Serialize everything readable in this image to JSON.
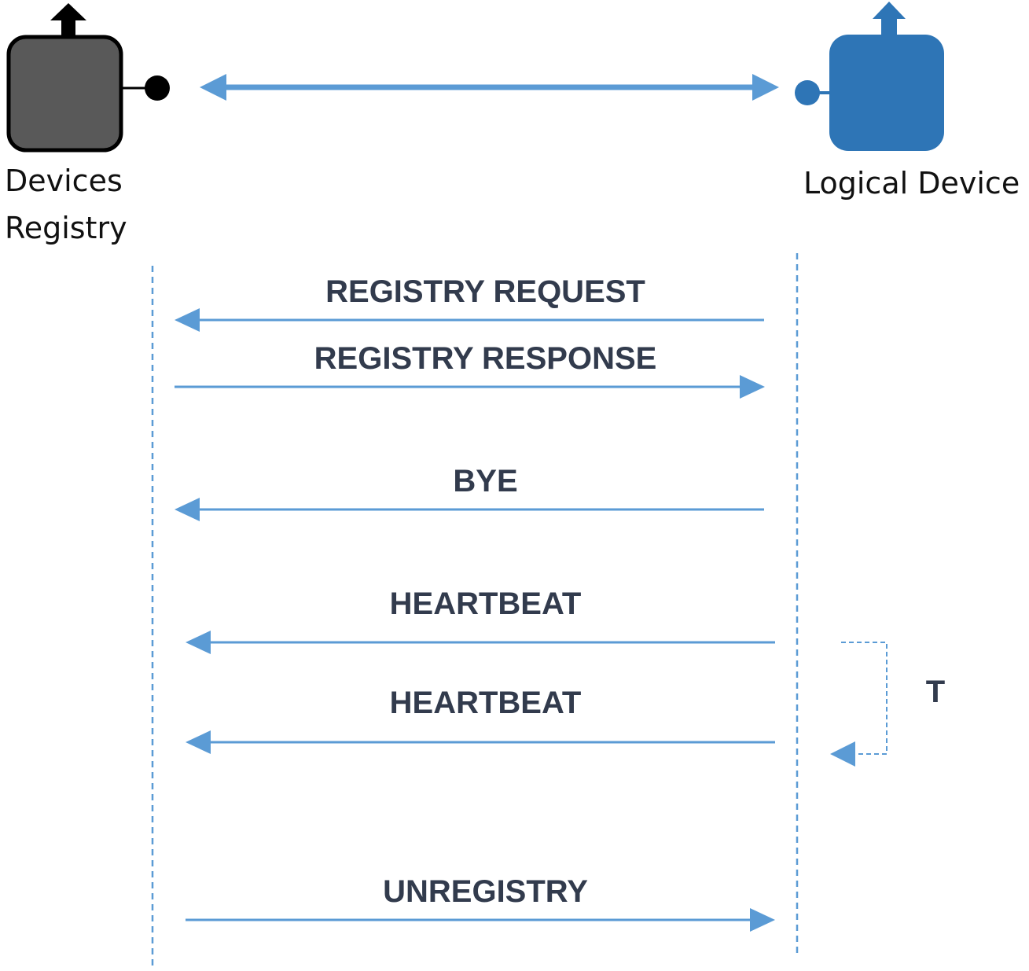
{
  "participants": {
    "registry": {
      "label_line1": "Devices",
      "label_line2": "Registry",
      "color": "#595959",
      "icon": "registry-node-icon"
    },
    "logical": {
      "label": "Logical Device",
      "color": "#2e75b6",
      "icon": "logical-device-icon"
    }
  },
  "connection": {
    "type": "bidirectional",
    "color": "#5b9bd5"
  },
  "messages": [
    {
      "label": "REGISTRY REQUEST",
      "from": "logical",
      "to": "registry"
    },
    {
      "label": "REGISTRY RESPONSE",
      "from": "registry",
      "to": "logical"
    },
    {
      "label": "BYE",
      "from": "logical",
      "to": "registry"
    },
    {
      "label": "HEARTBEAT",
      "from": "logical",
      "to": "registry"
    },
    {
      "label": "HEARTBEAT",
      "from": "logical",
      "to": "registry"
    },
    {
      "label": "UNREGISTRY",
      "from": "registry",
      "to": "logical"
    }
  ],
  "timer": {
    "label": "T",
    "between": "heartbeat interval"
  },
  "colors": {
    "arrow": "#5b9bd5",
    "lifeline": "#5b9bd5",
    "message_text": "#323b4d",
    "registry_box": "#595959",
    "logical_box": "#2e75b6"
  }
}
